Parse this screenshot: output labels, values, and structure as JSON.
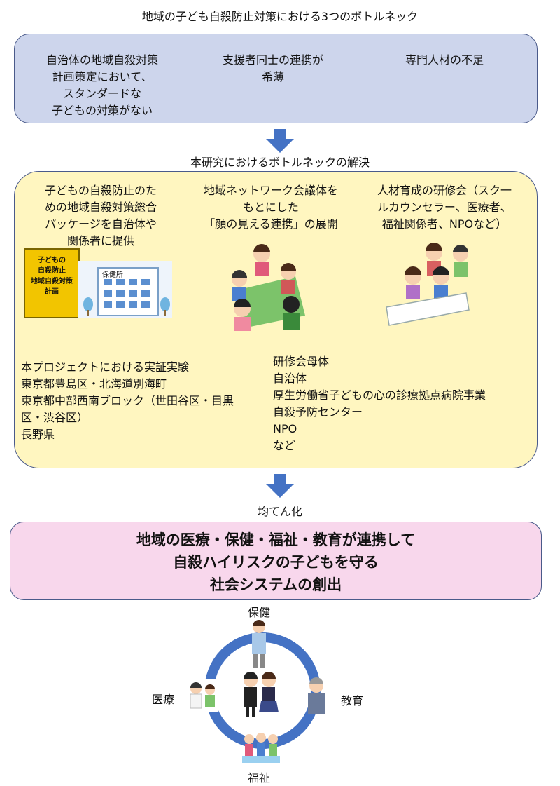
{
  "top_title": "地域の子ども自殺防止対策における3つのボトルネック",
  "bottlenecks": [
    "自治体の地域自殺対策\n計画策定において、\nスタンダードな\n子どもの対策がない",
    "支援者同士の連携が\n希薄",
    "専門人材の不足"
  ],
  "mid_title": "本研究におけるボトルネックの解決",
  "solutions": [
    "子どもの自殺防止のた\nめの地域自殺対策総合\nパッケージを自治体や\n関係者に提供",
    "地域ネットワーク会議体を\nもとにした\n「顔の見える連携」の展開",
    "人材育成の研修会（スク一\nルカウンセラー、医療者、\n福祉関係者、NPOなど）"
  ],
  "book_text": "子どもの\n自殺防止\n地域自殺対策\n計画",
  "building_label": "保健所",
  "project_text": "本プロジェクトにおける実証実験\n東京都豊島区・北海道別海町\n東京都中部西南ブロック（世田谷区・目黒\n区・渋谷区）\n長野県",
  "training_text": "研修会母体\n自治体\n厚生労働省子どもの心の診療拠点病院事業\n自殺予防センター\nNPO\nなど",
  "spread_label": "均てん化",
  "goal_text": "地域の医療・保健・福祉・教育が連携して\n自殺ハイリスクの子どもを守る\n社会システムの創出",
  "cycle_labels": {
    "top": "保健",
    "left": "医療",
    "right": "教育",
    "bottom": "福祉"
  },
  "colors": {
    "blue_box": "#cdd5ec",
    "yellow_box": "#fff6c0",
    "pink_box": "#f8d7ec",
    "arrow": "#4472c4",
    "ring": "#4472c4"
  }
}
